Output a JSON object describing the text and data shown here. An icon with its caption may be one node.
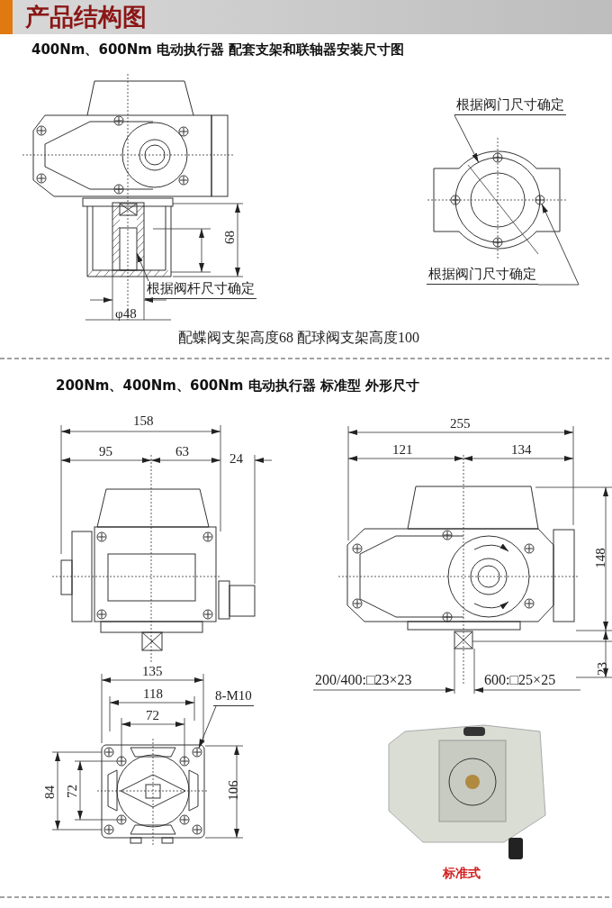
{
  "diagram": {
    "title": "产品结构图",
    "nodes": [
      {
        "text": [
          "根据阀门尺寸确定"
        ]
      },
      {
        "text": [
          "根据阀门尺寸确定"
        ]
      },
      {
        "text": [
          "根据阀杆尺寸确定"
        ]
      },
      {
        "text": [
          "8-M10"
        ]
      },
      {
        "text": [],
        "shape": "circle"
      },
      {
        "text": [],
        "shape": "circle"
      },
      {
        "text": [],
        "shape": "box"
      },
      {
        "text": [],
        "shape": "circle"
      }
    ],
    "edges": [
      {
        "from": 0,
        "to": 4,
        "arrow": "to"
      },
      {
        "from": 1,
        "to": 5,
        "arrow": "to"
      },
      {
        "from": 2,
        "to": 6,
        "arrow": "to"
      },
      {
        "from": 3,
        "to": 7,
        "arrow": "to"
      }
    ],
    "labels": [
      "400Nm、600Nm 电动执行器 配套支架和联轴器安装尺寸图",
      "68",
      "φ48",
      "配蝶阀支架高度68 配球阀支架高度100",
      "200Nm、400Nm、600Nm 电动执行器 标准型 外形尺寸",
      "158",
      "95",
      "63",
      "24",
      "255",
      "121",
      "134",
      "148",
      "23",
      "135",
      "118",
      "72",
      "84",
      "72",
      "106",
      "200/400:□23×23",
      "600:□25×25",
      "标准式"
    ]
  }
}
